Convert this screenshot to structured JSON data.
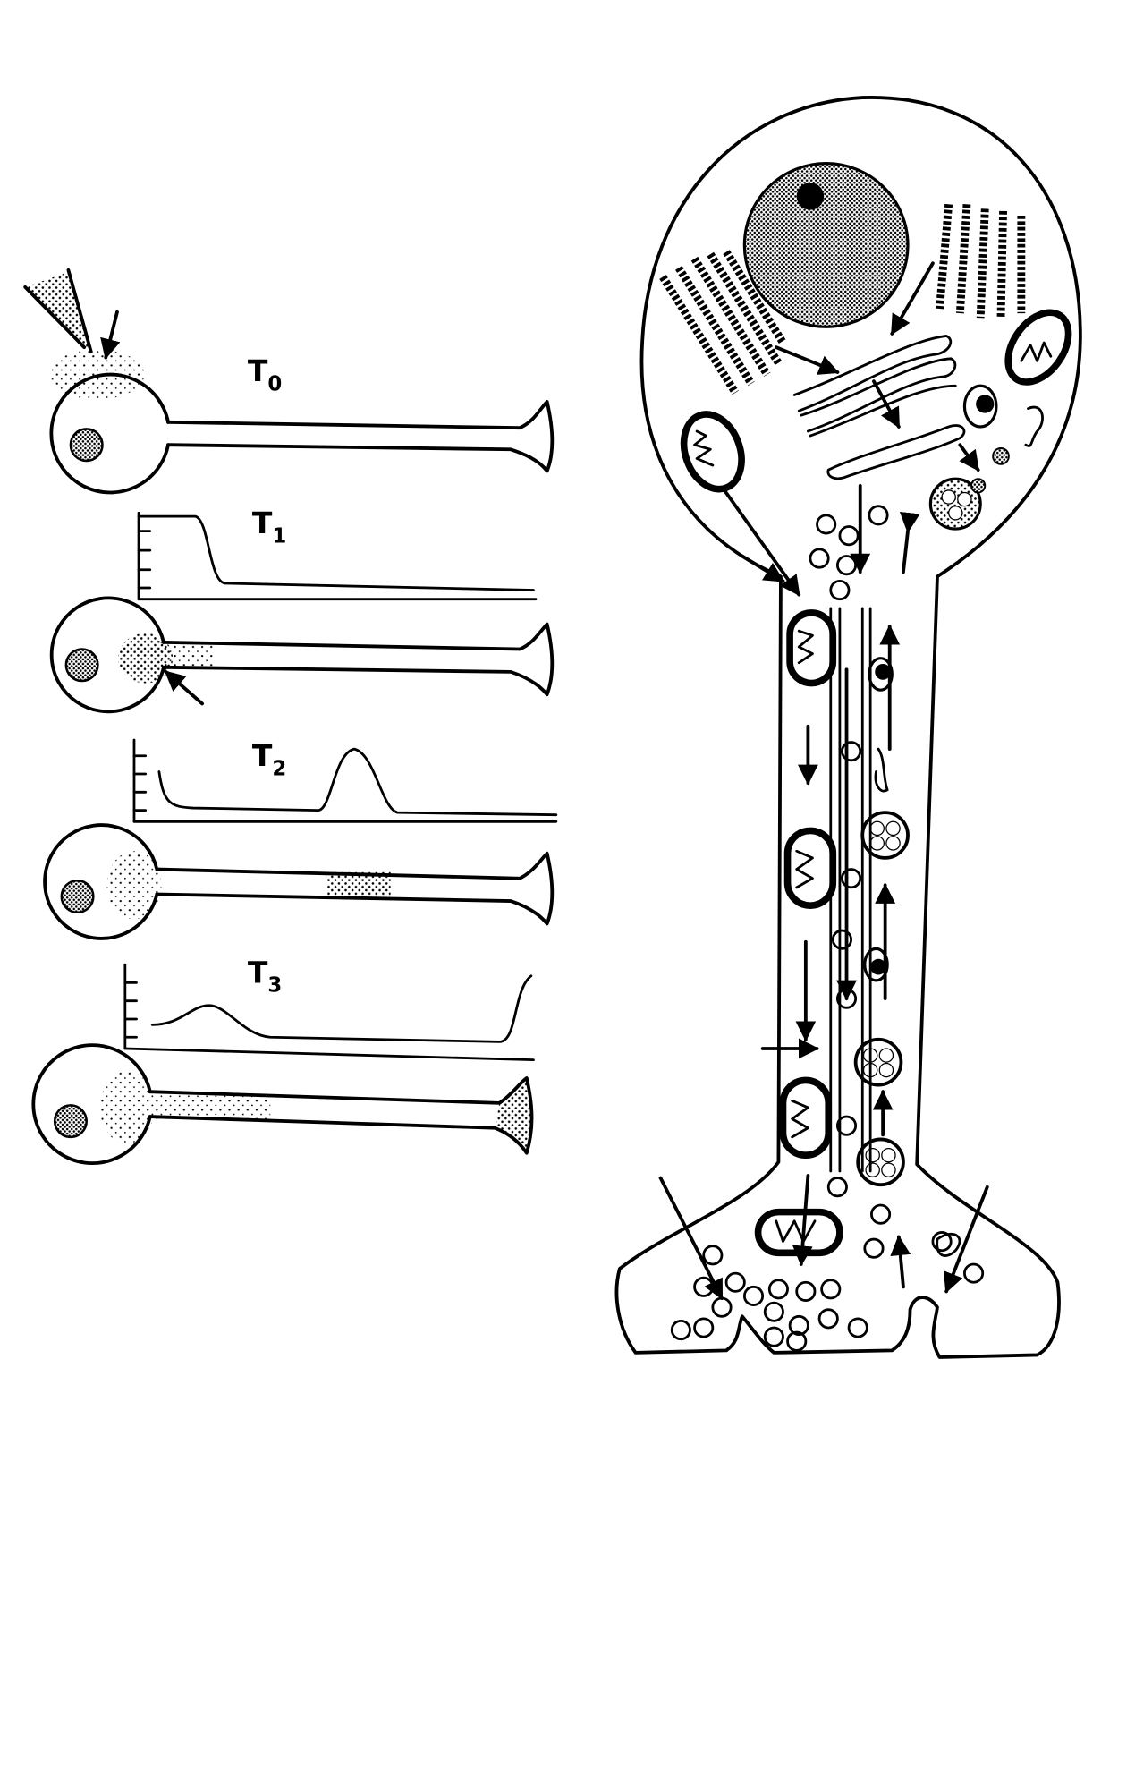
{
  "diagram": {
    "panels": [
      {
        "label_main": "T",
        "label_sub": "0"
      },
      {
        "label_main": "T",
        "label_sub": "1"
      },
      {
        "label_main": "T",
        "label_sub": "2"
      },
      {
        "label_main": "T",
        "label_sub": "3"
      }
    ]
  }
}
